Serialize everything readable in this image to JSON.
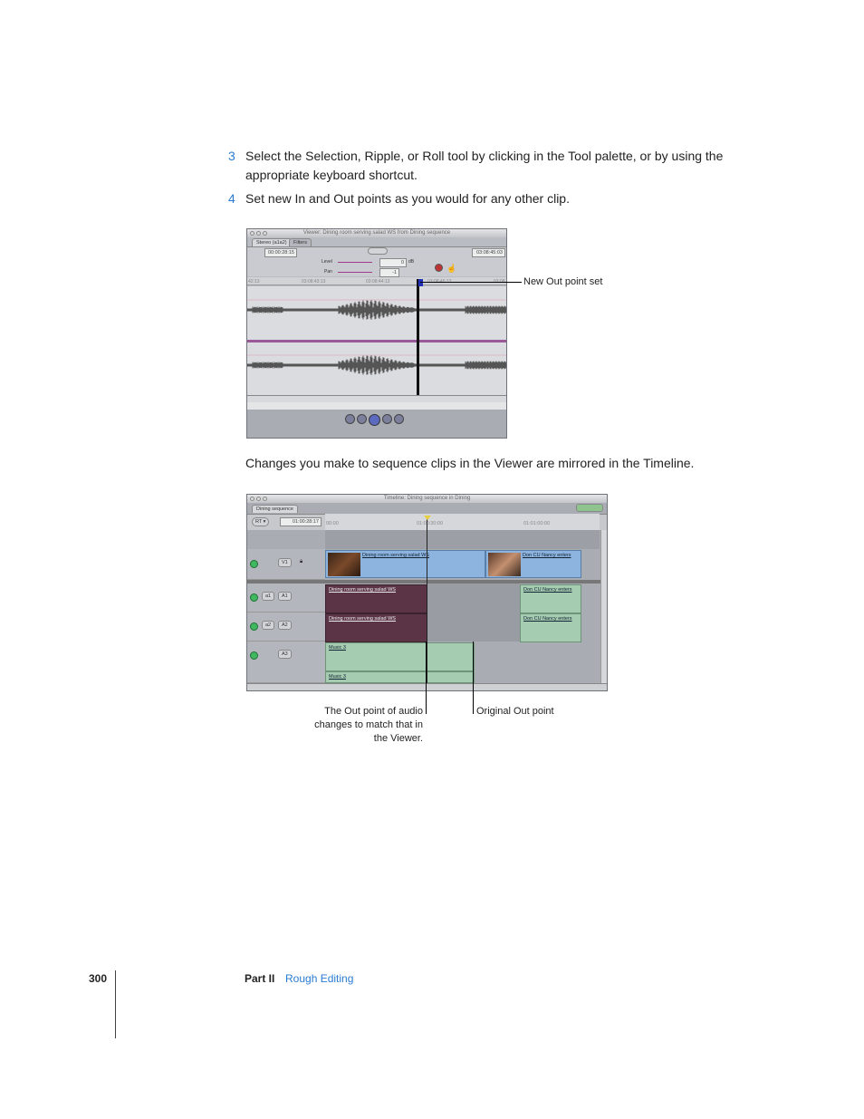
{
  "steps": [
    {
      "num": "3",
      "text": "Select the Selection, Ripple, or Roll tool by clicking in the Tool palette, or by using the appropriate keyboard shortcut."
    },
    {
      "num": "4",
      "text": "Set new In and Out points as you would for any other clip."
    }
  ],
  "viewer": {
    "title": "Viewer: Dining room serving salad WS from Dining sequence",
    "tabs": [
      "Stereo (a1a2)",
      "Filters"
    ],
    "timecode_duration": "00:00:28:15",
    "timecode_current": "03:08:45:03",
    "level_label": "Level",
    "level_value": "0",
    "level_unit": "dB",
    "pan_label": "Pan",
    "pan_value": "-1",
    "ruler": [
      "42:13",
      "03:08:43:13",
      "03:08:44:13",
      "03:08:45:13",
      "03:08"
    ]
  },
  "callouts": {
    "new_out": "New Out point set",
    "audio_out": "The Out point of audio changes to match that in the Viewer.",
    "original_out": "Original Out point"
  },
  "caption": "Changes you make to sequence clips in the Viewer are mirrored in the Timeline.",
  "timeline": {
    "title": "Timeline: Dining sequence in Dining",
    "tab": "Dining sequence",
    "rt": "RT",
    "timecode": "01:00:28:17",
    "ruler": [
      "00:00",
      "01:00:30:00",
      "01:01:00:00"
    ],
    "tracks": [
      {
        "src": "",
        "dst": "V1"
      },
      {
        "src": "a1",
        "dst": "A1"
      },
      {
        "src": "a2",
        "dst": "A2"
      },
      {
        "src": "",
        "dst": "A3"
      }
    ],
    "clips": {
      "v1a": "Dining room serving salad WS",
      "v1b": "Don CU Nancy enters",
      "a1a": "Dining room serving salad WS",
      "a1b": "Don CU Nancy enters",
      "a2a": "Dining room serving salad WS",
      "a2b": "Don CU Nancy enters",
      "a3a": "Music 3",
      "a3b": "Music 3"
    }
  },
  "footer": {
    "page": "300",
    "part": "Part II",
    "section": "Rough Editing"
  },
  "colors": {
    "accent": "#2a7bd0"
  }
}
